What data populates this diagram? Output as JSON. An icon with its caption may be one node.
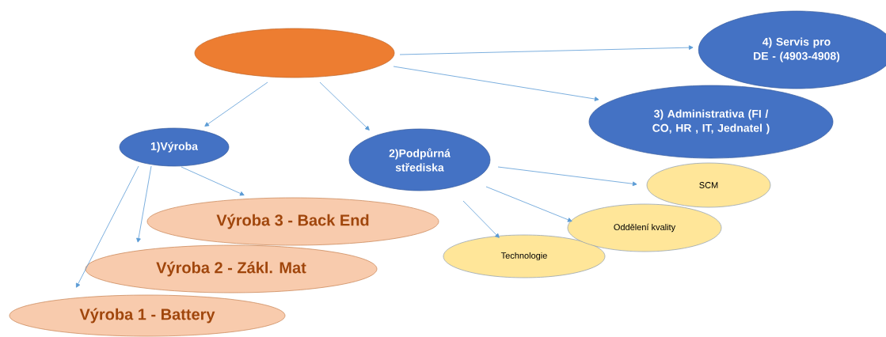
{
  "diagram": {
    "nodes": [
      {
        "text": [],
        "shape": "ellipse"
      },
      {
        "text": [
          "1)Výroba"
        ]
      },
      {
        "text": [
          "2)Podpůrná střediska"
        ]
      },
      {
        "text": [
          "3) Administrativa (FI / CO, HR , IT, Jednatel )"
        ]
      },
      {
        "text": [
          "4) Servis pro DE - (4903-4908)"
        ]
      },
      {
        "text": [
          "Výroba 3 - Back End"
        ]
      },
      {
        "text": [
          "Výroba 2 - Zákl. Mat"
        ]
      },
      {
        "text": [
          "Výroba 1 - Battery"
        ]
      },
      {
        "text": [
          "SCM"
        ]
      },
      {
        "text": [
          "Oddělení kvality"
        ]
      },
      {
        "text": [
          "Technologie"
        ]
      }
    ],
    "edges": [
      {
        "from": 0,
        "to": 1,
        "arrow": "to"
      },
      {
        "from": 0,
        "to": 2,
        "arrow": "to"
      },
      {
        "from": 0,
        "to": 4,
        "arrow": "to"
      },
      {
        "from": 0,
        "to": 3,
        "arrow": "to"
      },
      {
        "from": 1,
        "to": 5,
        "arrow": "to"
      },
      {
        "from": 1,
        "to": 6,
        "arrow": "to"
      },
      {
        "from": 1,
        "to": 7,
        "arrow": "to"
      },
      {
        "from": 2,
        "to": 8,
        "arrow": "to"
      },
      {
        "from": 2,
        "to": 9,
        "arrow": "to"
      },
      {
        "from": 2,
        "to": 10,
        "arrow": "to"
      }
    ]
  }
}
